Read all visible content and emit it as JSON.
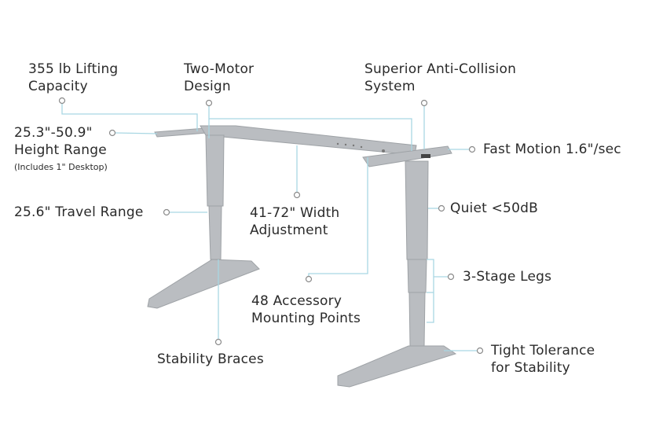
{
  "colors": {
    "callout": "#a9d7e3",
    "frame": "#b9bcc0",
    "frame_dark": "#9ea2a6",
    "text": "#2a2a2a"
  },
  "features": {
    "lifting": [
      "355 lb Lifting",
      "Capacity"
    ],
    "motor": [
      "Two-Motor",
      "Design"
    ],
    "anticollision": [
      "Superior Anti-Collision",
      "System"
    ],
    "height": [
      "25.3\"-50.9\"",
      "Height Range"
    ],
    "height_note": "(Includes 1\" Desktop)",
    "travel": "25.6\" Travel Range",
    "width": [
      "41-72\" Width",
      "Adjustment"
    ],
    "speed": "Fast Motion 1.6\"/sec",
    "quiet": "Quiet <50dB",
    "legs": "3-Stage Legs",
    "mounting": [
      "48 Accessory",
      "Mounting Points"
    ],
    "braces": "Stability Braces",
    "tolerance": [
      "Tight Tolerance",
      "for Stability"
    ]
  }
}
